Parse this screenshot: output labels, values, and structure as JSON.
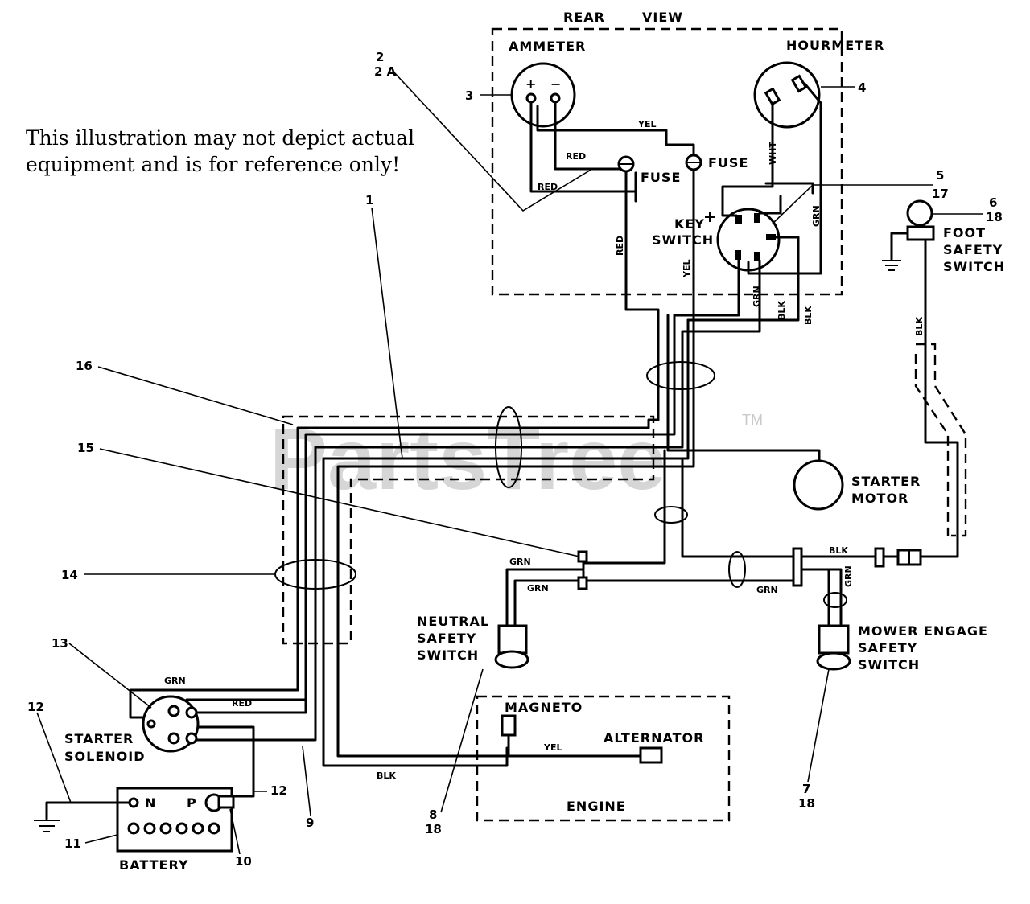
{
  "disclaimer": {
    "line1": "This illustration may not depict actual",
    "line2": "equipment and is for reference only!"
  },
  "watermark": {
    "brand": "PartsTree",
    "tm": "TM"
  },
  "panel": {
    "title_left": "REAR",
    "title_right": "VIEW"
  },
  "components": {
    "ammeter": "AMMETER",
    "hourmeter": "HOURMETER",
    "fuse_1": "FUSE",
    "fuse_2": "FUSE",
    "key_switch_1": "KEY",
    "key_switch_2": "SWITCH",
    "foot_switch_1": "FOOT",
    "foot_switch_2": "SAFETY",
    "foot_switch_3": "SWITCH",
    "starter_motor_1": "STARTER",
    "starter_motor_2": "MOTOR",
    "neutral_switch_1": "NEUTRAL",
    "neutral_switch_2": "SAFETY",
    "neutral_switch_3": "SWITCH",
    "mower_switch_1": "MOWER ENGAGE",
    "mower_switch_2": "SAFETY",
    "mower_switch_3": "SWITCH",
    "solenoid_1": "STARTER",
    "solenoid_2": "SOLENOID",
    "magneto": "MAGNETO",
    "alternator": "ALTERNATOR",
    "engine": "ENGINE",
    "battery": "BATTERY",
    "battery_n": "N",
    "battery_p": "P",
    "ammeter_plus": "+",
    "ammeter_minus": "−"
  },
  "wire_labels": {
    "yel_top": "YEL",
    "red_1": "RED",
    "red_2": "RED",
    "red_vert": "RED",
    "yel_vert": "YEL",
    "wht": "WHT",
    "grn_key": "GRN",
    "grn_v1": "GRN",
    "blk_v1": "BLK",
    "blk_v2": "BLK",
    "blk_foot": "BLK",
    "grn_neutral_1": "GRN",
    "grn_neutral_2": "GRN",
    "blk_right": "BLK",
    "grn_mower_h": "GRN",
    "grn_mower_v": "GRN",
    "grn_solenoid": "GRN",
    "red_solenoid": "RED",
    "yel_engine": "YEL",
    "blk_bottom": "BLK"
  },
  "callouts": {
    "c1": "1",
    "c2": "2",
    "c2a": "2 A",
    "c3": "3",
    "c4": "4",
    "c5": "5",
    "c17": "17",
    "c6": "6",
    "c18a": "18",
    "c16": "16",
    "c15": "15",
    "c14": "14",
    "c13": "13",
    "c12a": "12",
    "c12b": "12",
    "c11": "11",
    "c10": "10",
    "c9": "9",
    "c8": "8",
    "c18b": "18",
    "c7": "7",
    "c18c": "18"
  }
}
